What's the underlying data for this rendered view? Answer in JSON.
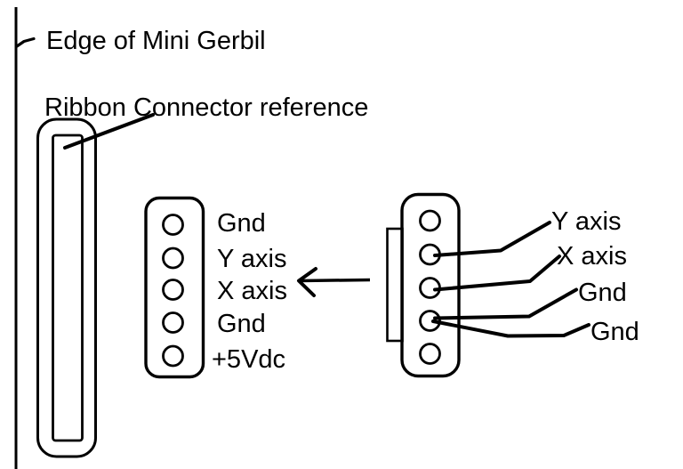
{
  "page": {
    "background": "#ffffff",
    "ink_color": "#000000"
  },
  "annotations": {
    "edge_label": "Edge of Mini Gerbil",
    "ribbon_label": "Ribbon Connector reference"
  },
  "board_header": {
    "pins": [
      {
        "label": "Gnd"
      },
      {
        "label": "Y axis"
      },
      {
        "label": "X axis"
      },
      {
        "label": "Gnd"
      },
      {
        "label": "+5Vdc"
      }
    ]
  },
  "cable_plug": {
    "wires": [
      {
        "label": "Y axis"
      },
      {
        "label": "X axis"
      },
      {
        "label": "Gnd"
      },
      {
        "label": "Gnd"
      }
    ]
  }
}
